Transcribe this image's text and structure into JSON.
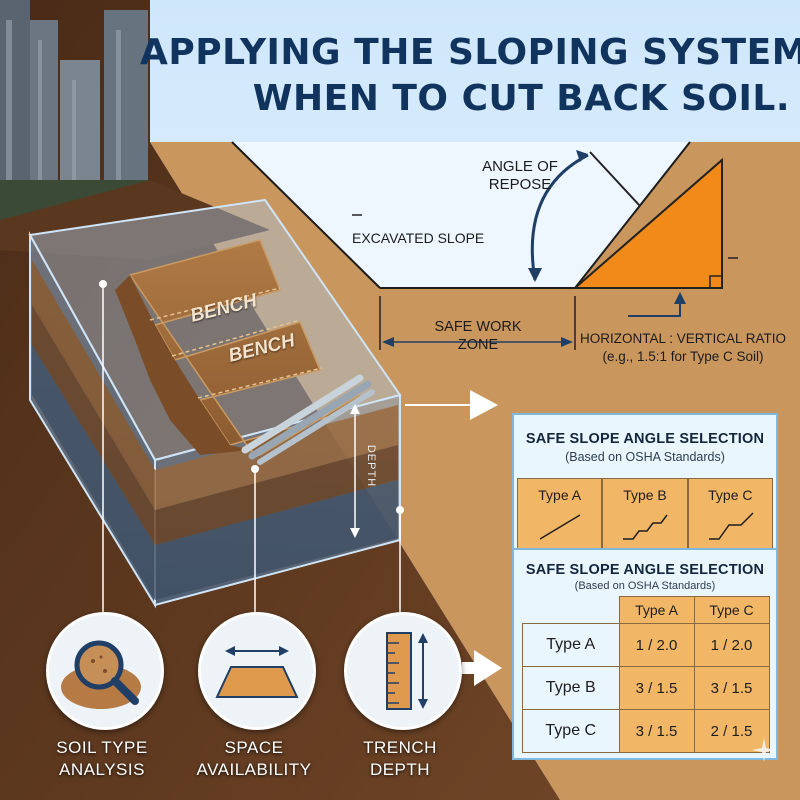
{
  "title": {
    "line1": "APPLYING THE SLOPING SYSTEM:",
    "line2": "WHEN TO CUT BACK SOIL."
  },
  "diagram": {
    "angle_label_line1": "ANGLE OF",
    "angle_label_line2": "REPOSE",
    "excavated_slope": "EXCAVATED SLOPE",
    "safe_work_line1": "SAFE WORK",
    "safe_work_line2": "ZONE",
    "ratio_line1": "HORIZONTAL : VERTICAL RATIO",
    "ratio_line2": "(e.g., 1.5:1 for Type C Soil)",
    "bench1": "BENCH",
    "bench2": "BENCH",
    "depth": "DEPTH"
  },
  "factors": [
    {
      "line1": "SOIL TYPE",
      "line2": "ANALYSIS",
      "icon": "magnifier-soil-icon"
    },
    {
      "line1": "SPACE",
      "line2": "AVAILABILITY",
      "icon": "trapezoid-area-icon"
    },
    {
      "line1": "TRENCH",
      "line2": "DEPTH",
      "icon": "ruler-depth-icon"
    }
  ],
  "selection_panel": {
    "title": "SAFE SLOPE ANGLE SELECTION",
    "subtitle": "(Based on OSHA Standards)",
    "types": [
      "Type A",
      "Type B",
      "Type C"
    ]
  },
  "table_panel": {
    "title": "SAFE SLOPE ANGLE SELECTION",
    "subtitle": "(Based on OSHA Standards)",
    "headers": [
      "Type A",
      "Type C"
    ],
    "rows": [
      {
        "label": "Type A",
        "values": [
          "1 / 2.0",
          "1 / 2.0"
        ]
      },
      {
        "label": "Type B",
        "values": [
          "3 / 1.5",
          "3 / 1.5"
        ]
      },
      {
        "label": "Type C",
        "values": [
          "3 / 1.5",
          "2 / 1.5"
        ]
      }
    ]
  },
  "colors": {
    "title": "#10345e",
    "sky": "#dcefff",
    "soil": "#c9965e",
    "slope_fill": "#f28a1a",
    "panel_bg": "#eaf6fd",
    "cell_fill": "#f2b766"
  }
}
